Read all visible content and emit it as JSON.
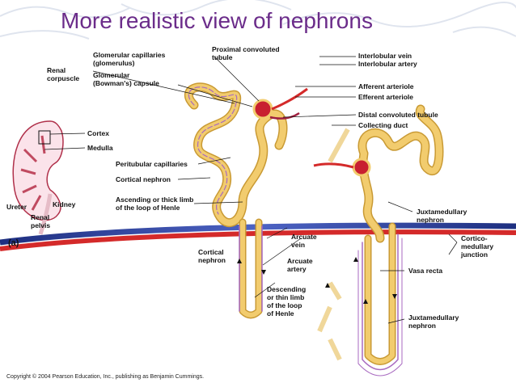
{
  "slide": {
    "title": "More realistic view of nephrons"
  },
  "figure": {
    "panel_label": "(a)",
    "copyright": "Copyright © 2004 Pearson Education, Inc., publishing as Benjamin Cummings.",
    "labels": {
      "renal_corpuscle": "Renal\ncorpuscle",
      "glomerular_capillaries": "Glomerular capillaries\n(glomerulus)",
      "glomerular_capsule": "Glomerular\n(Bowman's) capsule",
      "proximal_tubule": "Proximal convoluted\ntubule",
      "interlobular_vein": "Interlobular vein",
      "interlobular_artery": "Interlobular artery",
      "afferent_arteriole": "Afferent arteriole",
      "efferent_arteriole": "Efferent arteriole",
      "distal_tubule": "Distal convoluted tubule",
      "collecting_duct": "Collecting duct",
      "cortex": "Cortex",
      "medulla": "Medulla",
      "kidney": "Kidney",
      "ureter": "Ureter",
      "renal_pelvis": "Renal\npelvis",
      "peritubular_capillaries": "Peritubular capillaries",
      "cortical_nephron_1": "Cortical nephron",
      "ascending_limb": "Ascending or thick limb\nof the loop of Henle",
      "juxtamedullary_nephron_1": "Juxtamedullary\nnephron",
      "cortico_medullary_junction": "Cortico-\nmedullary\njunction",
      "cortical_nephron_2": "Cortical\nnephron",
      "arcuate_vein": "Arcuate\nvein",
      "arcuate_artery": "Arcuate\nartery",
      "vasa_recta": "Vasa recta",
      "descending_limb": "Descending\nor thin limb\nof the loop\nof Henle",
      "juxtamedullary_nephron_2": "Juxtamedullary\nnephron"
    }
  },
  "colors": {
    "title": "#6b2c8a",
    "tubule": "#f2cc6e",
    "tubule_edge": "#c99a34",
    "capillary": "#a86ac0",
    "vein": "#3a4fa8",
    "artery": "#d42a2a",
    "collecting_duct": "#f0d79a"
  }
}
